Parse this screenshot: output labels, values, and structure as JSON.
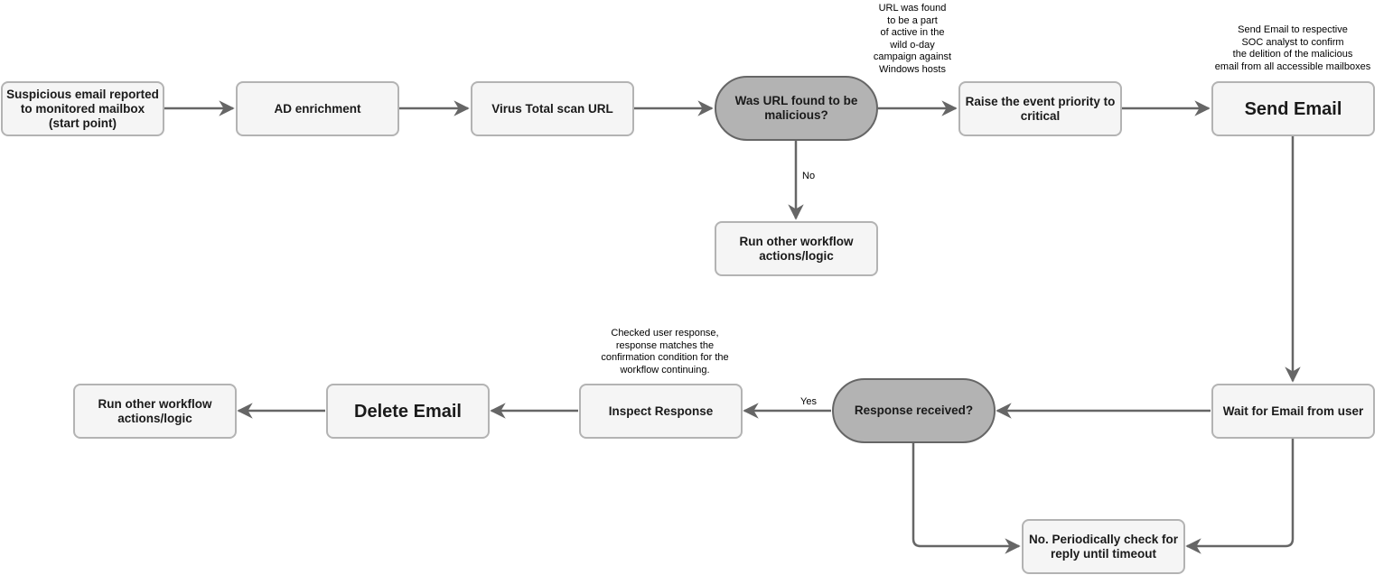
{
  "nodes": {
    "suspicious_email": "Suspicious email reported to monitored mailbox (start point)",
    "ad_enrichment": "AD enrichment",
    "virustotal_scan": "Virus Total scan URL",
    "was_url_malicious": "Was URL found to be malicious?",
    "raise_priority": "Raise the event priority to critical",
    "send_email": "Send Email",
    "run_other_top": "Run other workflow actions/logic",
    "wait_for_email": "Wait for Email from user",
    "response_received": "Response received?",
    "inspect_response": "Inspect Response",
    "delete_email": "Delete Email",
    "run_other_bottom": "Run other workflow actions/logic",
    "periodic_check": "No. Periodically check for reply until timeout"
  },
  "notes": {
    "url_campaign": [
      "URL was found",
      "to be a part",
      "of active in the",
      "wild o-day",
      "campaign against",
      "Windows hosts"
    ],
    "send_email_note": [
      "Send Email to respective",
      "SOC analyst to confirm",
      "the delition of the malicious",
      "email from all accessible mailboxes"
    ],
    "checked_response": [
      "Checked user response,",
      "response matches the",
      "confirmation condition for the",
      "workflow continuing."
    ]
  },
  "edge_labels": {
    "no": "No",
    "yes": "Yes"
  },
  "colors": {
    "box_fill": "#f5f5f5",
    "box_border": "#b3b3b3",
    "decision_fill": "#b3b3b3",
    "decision_border": "#666666",
    "edge": "#666666"
  }
}
